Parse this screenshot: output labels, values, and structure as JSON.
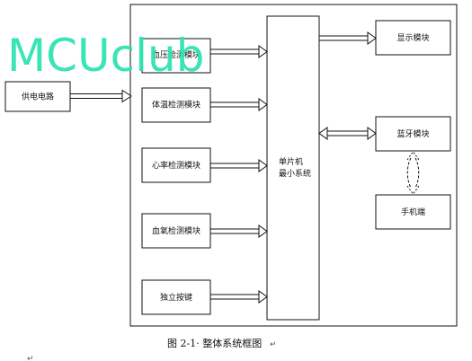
{
  "watermark": "MCUclub",
  "power": "供电电路",
  "modules": {
    "bp": "血压检测模块",
    "temp": "体温检测模块",
    "heart": "心率检测模块",
    "oxy": "血氧检测模块",
    "key": "独立按键"
  },
  "mcu": {
    "line1": "单片机",
    "line2": "最小系统"
  },
  "display": "显示模块",
  "bluetooth": "蓝牙模块",
  "phone": "手机端",
  "caption": "图 2-1· 整体系统框图",
  "colors": {
    "watermark": "#2fe3b3",
    "line": "#111111"
  }
}
